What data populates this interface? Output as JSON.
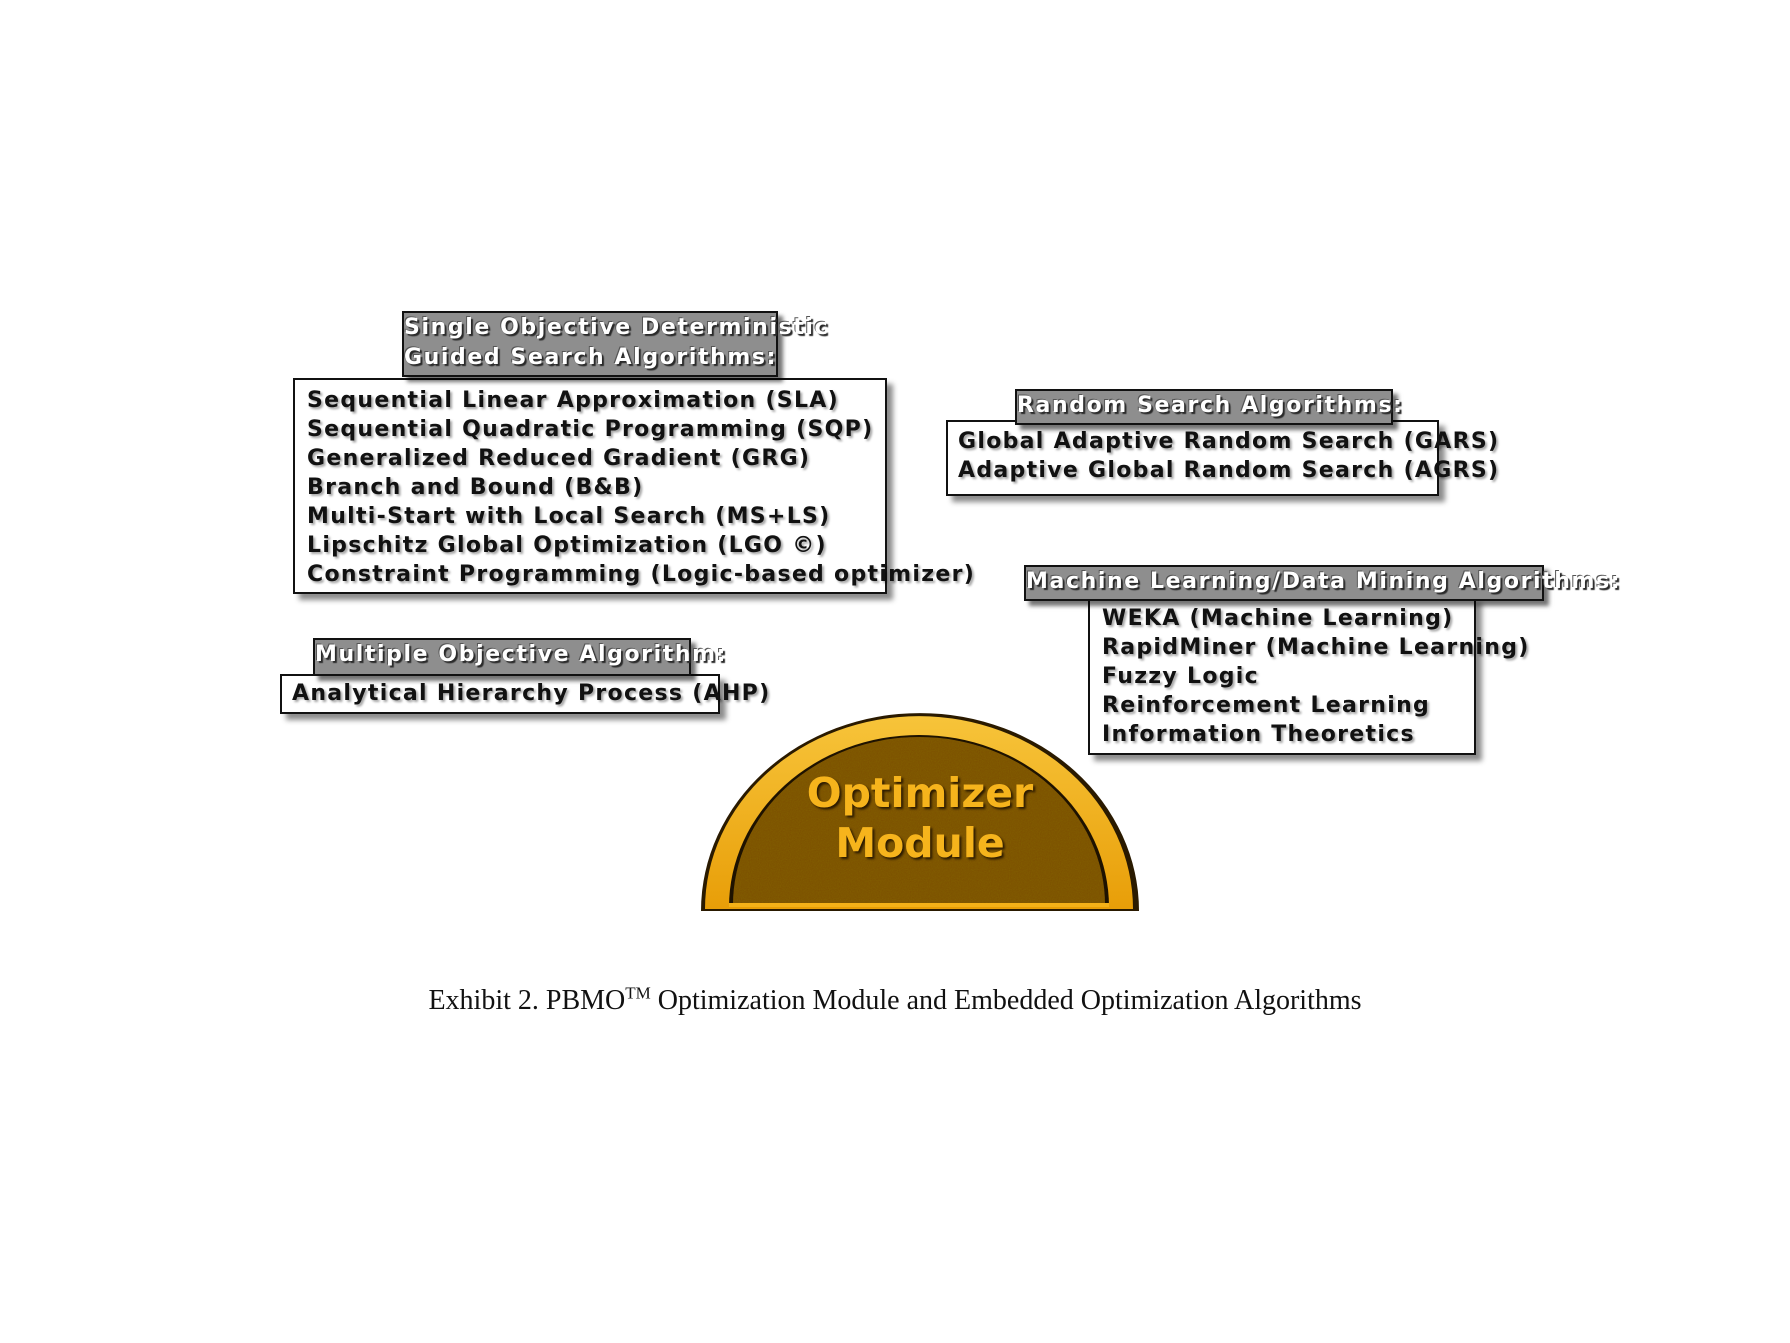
{
  "panels": {
    "single_objective": {
      "header": [
        "Single Objective Deterministic",
        "Guided Search Algorithms:"
      ],
      "items": [
        "Sequential Linear Approximation (SLA)",
        "Sequential Quadratic Programming (SQP)",
        "Generalized Reduced Gradient (GRG)",
        "Branch and Bound (B&B)",
        "Multi-Start with Local Search (MS+LS)",
        "Lipschitz Global Optimization (LGO ©)",
        "Constraint Programming (Logic-based optimizer)"
      ]
    },
    "random_search": {
      "header": [
        "Random Search Algorithms:"
      ],
      "items": [
        "Global Adaptive Random Search (GARS)",
        "Adaptive Global Random Search (AGRS)"
      ]
    },
    "multiple_objective": {
      "header": [
        "Multiple Objective Algorithm:"
      ],
      "items": [
        "Analytical Hierarchy Process (AHP)"
      ]
    },
    "machine_learning": {
      "header": [
        "Machine Learning/Data Mining Algorithms:"
      ],
      "items": [
        "WEKA (Machine Learning)",
        "RapidMiner (Machine Learning)",
        "Fuzzy Logic",
        "Reinforcement Learning",
        "Information Theoretics"
      ]
    }
  },
  "module": {
    "line1": "Optimizer",
    "line2": "Module"
  },
  "caption": {
    "prefix": "Exhibit 2. PBMO",
    "superscript": "TM",
    "suffix": " Optimization Module and Embedded Optimization Algorithms"
  },
  "colors": {
    "dome_fill": "#7a4d08",
    "dome_rim": "#f4b118",
    "header_fill": "#8e8e8e"
  }
}
